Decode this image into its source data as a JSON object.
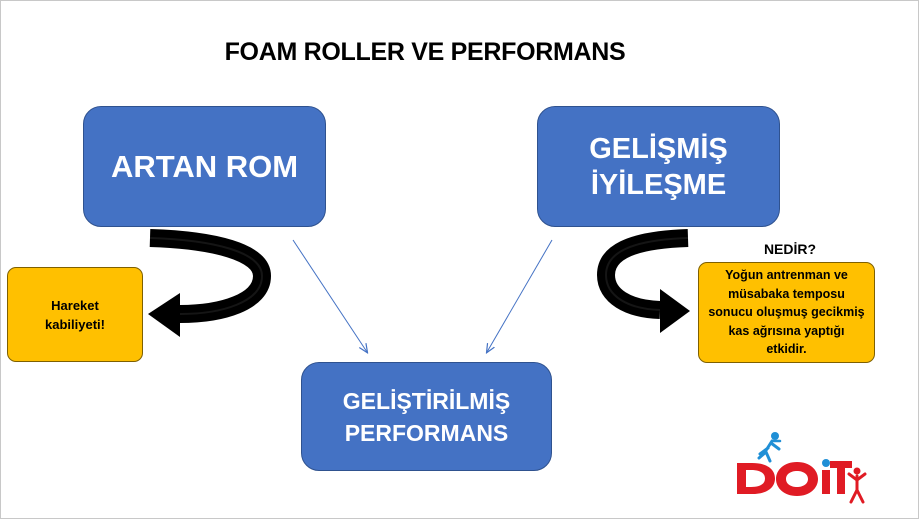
{
  "title": "FOAM ROLLER VE PERFORMANS",
  "nodes": {
    "artan_rom": "ARTAN ROM",
    "gelismis_iyilesme": "GELİŞMİŞ\nİYİLEŞME",
    "gelistirilmis_performans": "GELİŞTİRİLMİŞ\nPERFORMANS"
  },
  "callouts": {
    "hareket": "Hareket kabiliyeti!",
    "nedir_label": "NEDİR?",
    "doms_description": "Yoğun antrenman ve müsabaka temposu sonucu oluşmuş gecikmiş kas ağrısına yaptığı etkidir."
  },
  "logo": {
    "text": "DOIT",
    "colors": {
      "red": "#e01b24",
      "blue": "#1f8fd6"
    }
  },
  "colors": {
    "box_blue": "#4472c4",
    "box_yellow": "#ffc000",
    "arrow_blue": "#4472c4",
    "curved_arrow": "#000000"
  }
}
